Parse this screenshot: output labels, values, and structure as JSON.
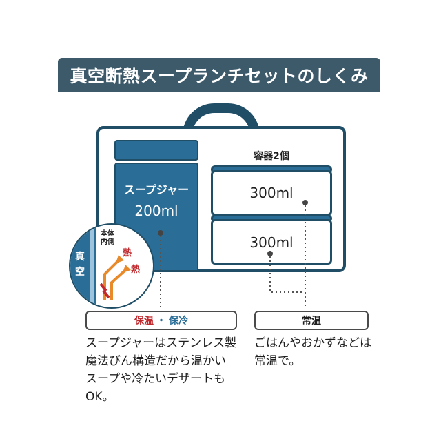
{
  "title": "真空断熱スープランチセットのしくみ",
  "soup_jar": {
    "name": "スープジャー",
    "volume": "200ml"
  },
  "containers": {
    "heading": "容器2個",
    "top_volume": "300ml",
    "bottom_volume": "300ml"
  },
  "inset": {
    "inner_label": "本体\n内側",
    "heat_1": "熱",
    "heat_2": "熱",
    "vacuum_1": "真",
    "vacuum_2": "空"
  },
  "left_pill": {
    "hot": "保温",
    "dot": "・",
    "cold": "保冷"
  },
  "left_desc": [
    "スープジャーはステンレス製",
    "魔法びん構造だから温かい",
    "スープや冷たいデザートもOK。"
  ],
  "right_pill": {
    "label": "常温"
  },
  "right_desc": [
    "ごはんやおかずなどは",
    "常温で。"
  ],
  "colors": {
    "banner": "#3d5a6b",
    "navy": "#1f4e66",
    "blue": "#2a6e98",
    "heat_red": "#c0292d",
    "arrow_orange": "#e8892a"
  }
}
